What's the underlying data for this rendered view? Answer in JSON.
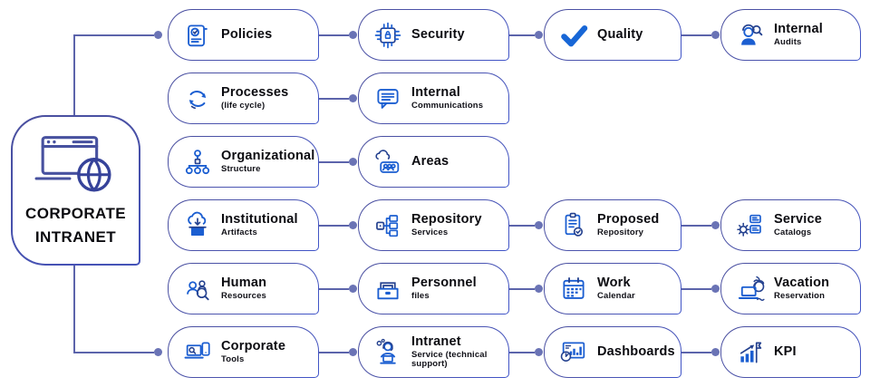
{
  "main_node": {
    "title": [
      "CORPORATE",
      "INTRANET"
    ],
    "icon": "laptop-globe-icon"
  },
  "rows": [
    {
      "nodes": [
        {
          "title": "Policies",
          "subtitle": "",
          "icon": "policies-scroll-icon"
        },
        {
          "title": "Security",
          "subtitle": "",
          "icon": "security-chip-icon"
        },
        {
          "title": "Quality",
          "subtitle": "",
          "icon": "quality-check-icon"
        },
        {
          "title": "Internal",
          "subtitle": "Audits",
          "icon": "internal-audits-icon"
        }
      ]
    },
    {
      "nodes": [
        {
          "title": "Processes",
          "subtitle": "(life cycle)",
          "icon": "processes-cycle-icon"
        },
        {
          "title": "Internal",
          "subtitle": "Communications",
          "icon": "internal-communications-icon"
        }
      ]
    },
    {
      "nodes": [
        {
          "title": "Organizational",
          "subtitle": "Structure",
          "icon": "organizational-structure-icon"
        },
        {
          "title": "Areas",
          "subtitle": "",
          "icon": "areas-people-icon"
        }
      ]
    },
    {
      "nodes": [
        {
          "title": "Institutional",
          "subtitle": "Artifacts",
          "icon": "institutional-artifacts-icon"
        },
        {
          "title": "Repository",
          "subtitle": "Services",
          "icon": "repository-services-icon"
        },
        {
          "title": "Proposed",
          "subtitle": "Repository",
          "icon": "proposed-repository-icon"
        },
        {
          "title": "Service",
          "subtitle": "Catalogs",
          "icon": "service-catalogs-icon"
        }
      ]
    },
    {
      "nodes": [
        {
          "title": "Human",
          "subtitle": "Resources",
          "icon": "human-resources-icon"
        },
        {
          "title": "Personnel",
          "subtitle": "files",
          "icon": "personnel-files-icon"
        },
        {
          "title": "Work",
          "subtitle": "Calendar",
          "icon": "work-calendar-icon"
        },
        {
          "title": "Vacation",
          "subtitle": "Reservation",
          "icon": "vacation-reservation-icon"
        }
      ]
    },
    {
      "nodes": [
        {
          "title": "Corporate",
          "subtitle": "Tools",
          "icon": "corporate-tools-icon"
        },
        {
          "title": "Intranet",
          "subtitle": "Service (technical support)",
          "icon": "intranet-support-icon"
        },
        {
          "title": "Dashboards",
          "subtitle": "",
          "icon": "dashboards-chart-icon"
        },
        {
          "title": "KPI",
          "subtitle": "",
          "icon": "kpi-chart-icon"
        }
      ]
    }
  ],
  "colors": {
    "icon_blue": "#1b5ed1",
    "icon_navy": "#24418f",
    "border_purple": "#4a4f9e",
    "border_blue": "#3f54c9",
    "connector_line": "#5c64ab",
    "connector_dot": "#6a73b5",
    "title_text": "#0b0b10",
    "background": "#ffffff"
  }
}
